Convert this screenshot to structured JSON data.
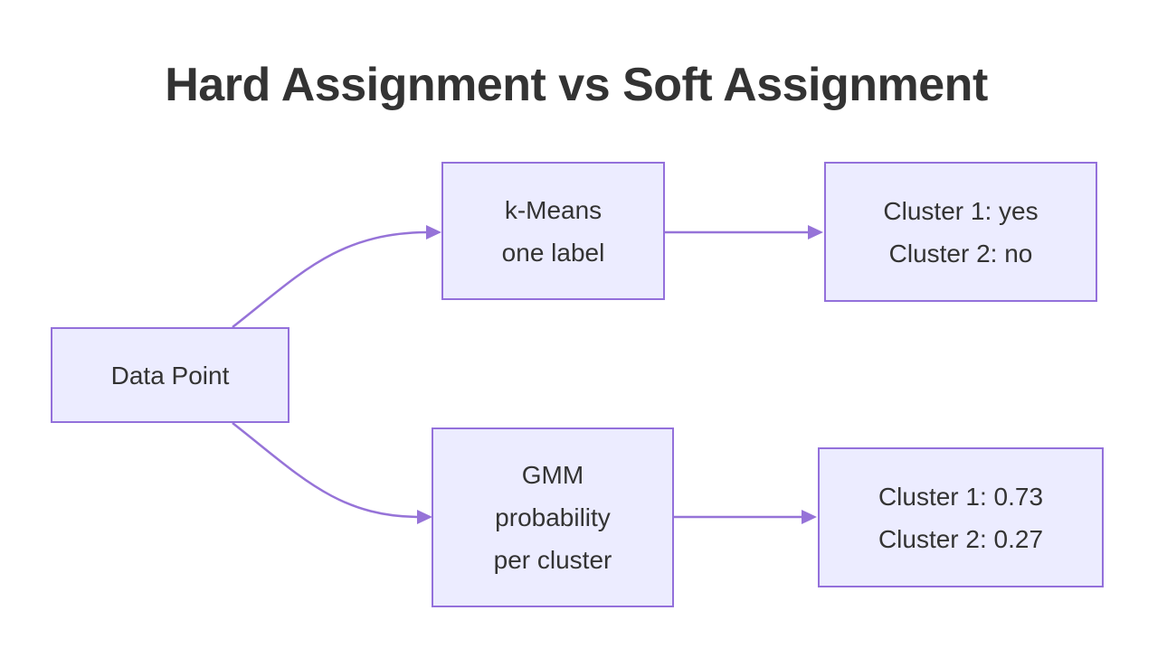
{
  "title": "Hard Assignment vs Soft Assignment",
  "nodes": {
    "data_point": {
      "lines": [
        "Data Point"
      ]
    },
    "kmeans": {
      "lines": [
        "k-Means",
        "one label"
      ]
    },
    "hard_result": {
      "lines": [
        "Cluster 1: yes",
        "Cluster 2: no"
      ]
    },
    "gmm": {
      "lines": [
        "GMM",
        "probability",
        "per cluster"
      ]
    },
    "soft_result": {
      "lines": [
        "Cluster 1: 0.73",
        "Cluster 2: 0.27"
      ]
    }
  },
  "edges": [
    {
      "from": "data_point",
      "to": "kmeans"
    },
    {
      "from": "kmeans",
      "to": "hard_result"
    },
    {
      "from": "data_point",
      "to": "gmm"
    },
    {
      "from": "gmm",
      "to": "soft_result"
    }
  ],
  "colors": {
    "background": "#FFFFFF",
    "node_fill": "#ECECFF",
    "node_border": "#9370DB",
    "edge": "#9673D8",
    "text": "#333333",
    "title": "#333333"
  }
}
